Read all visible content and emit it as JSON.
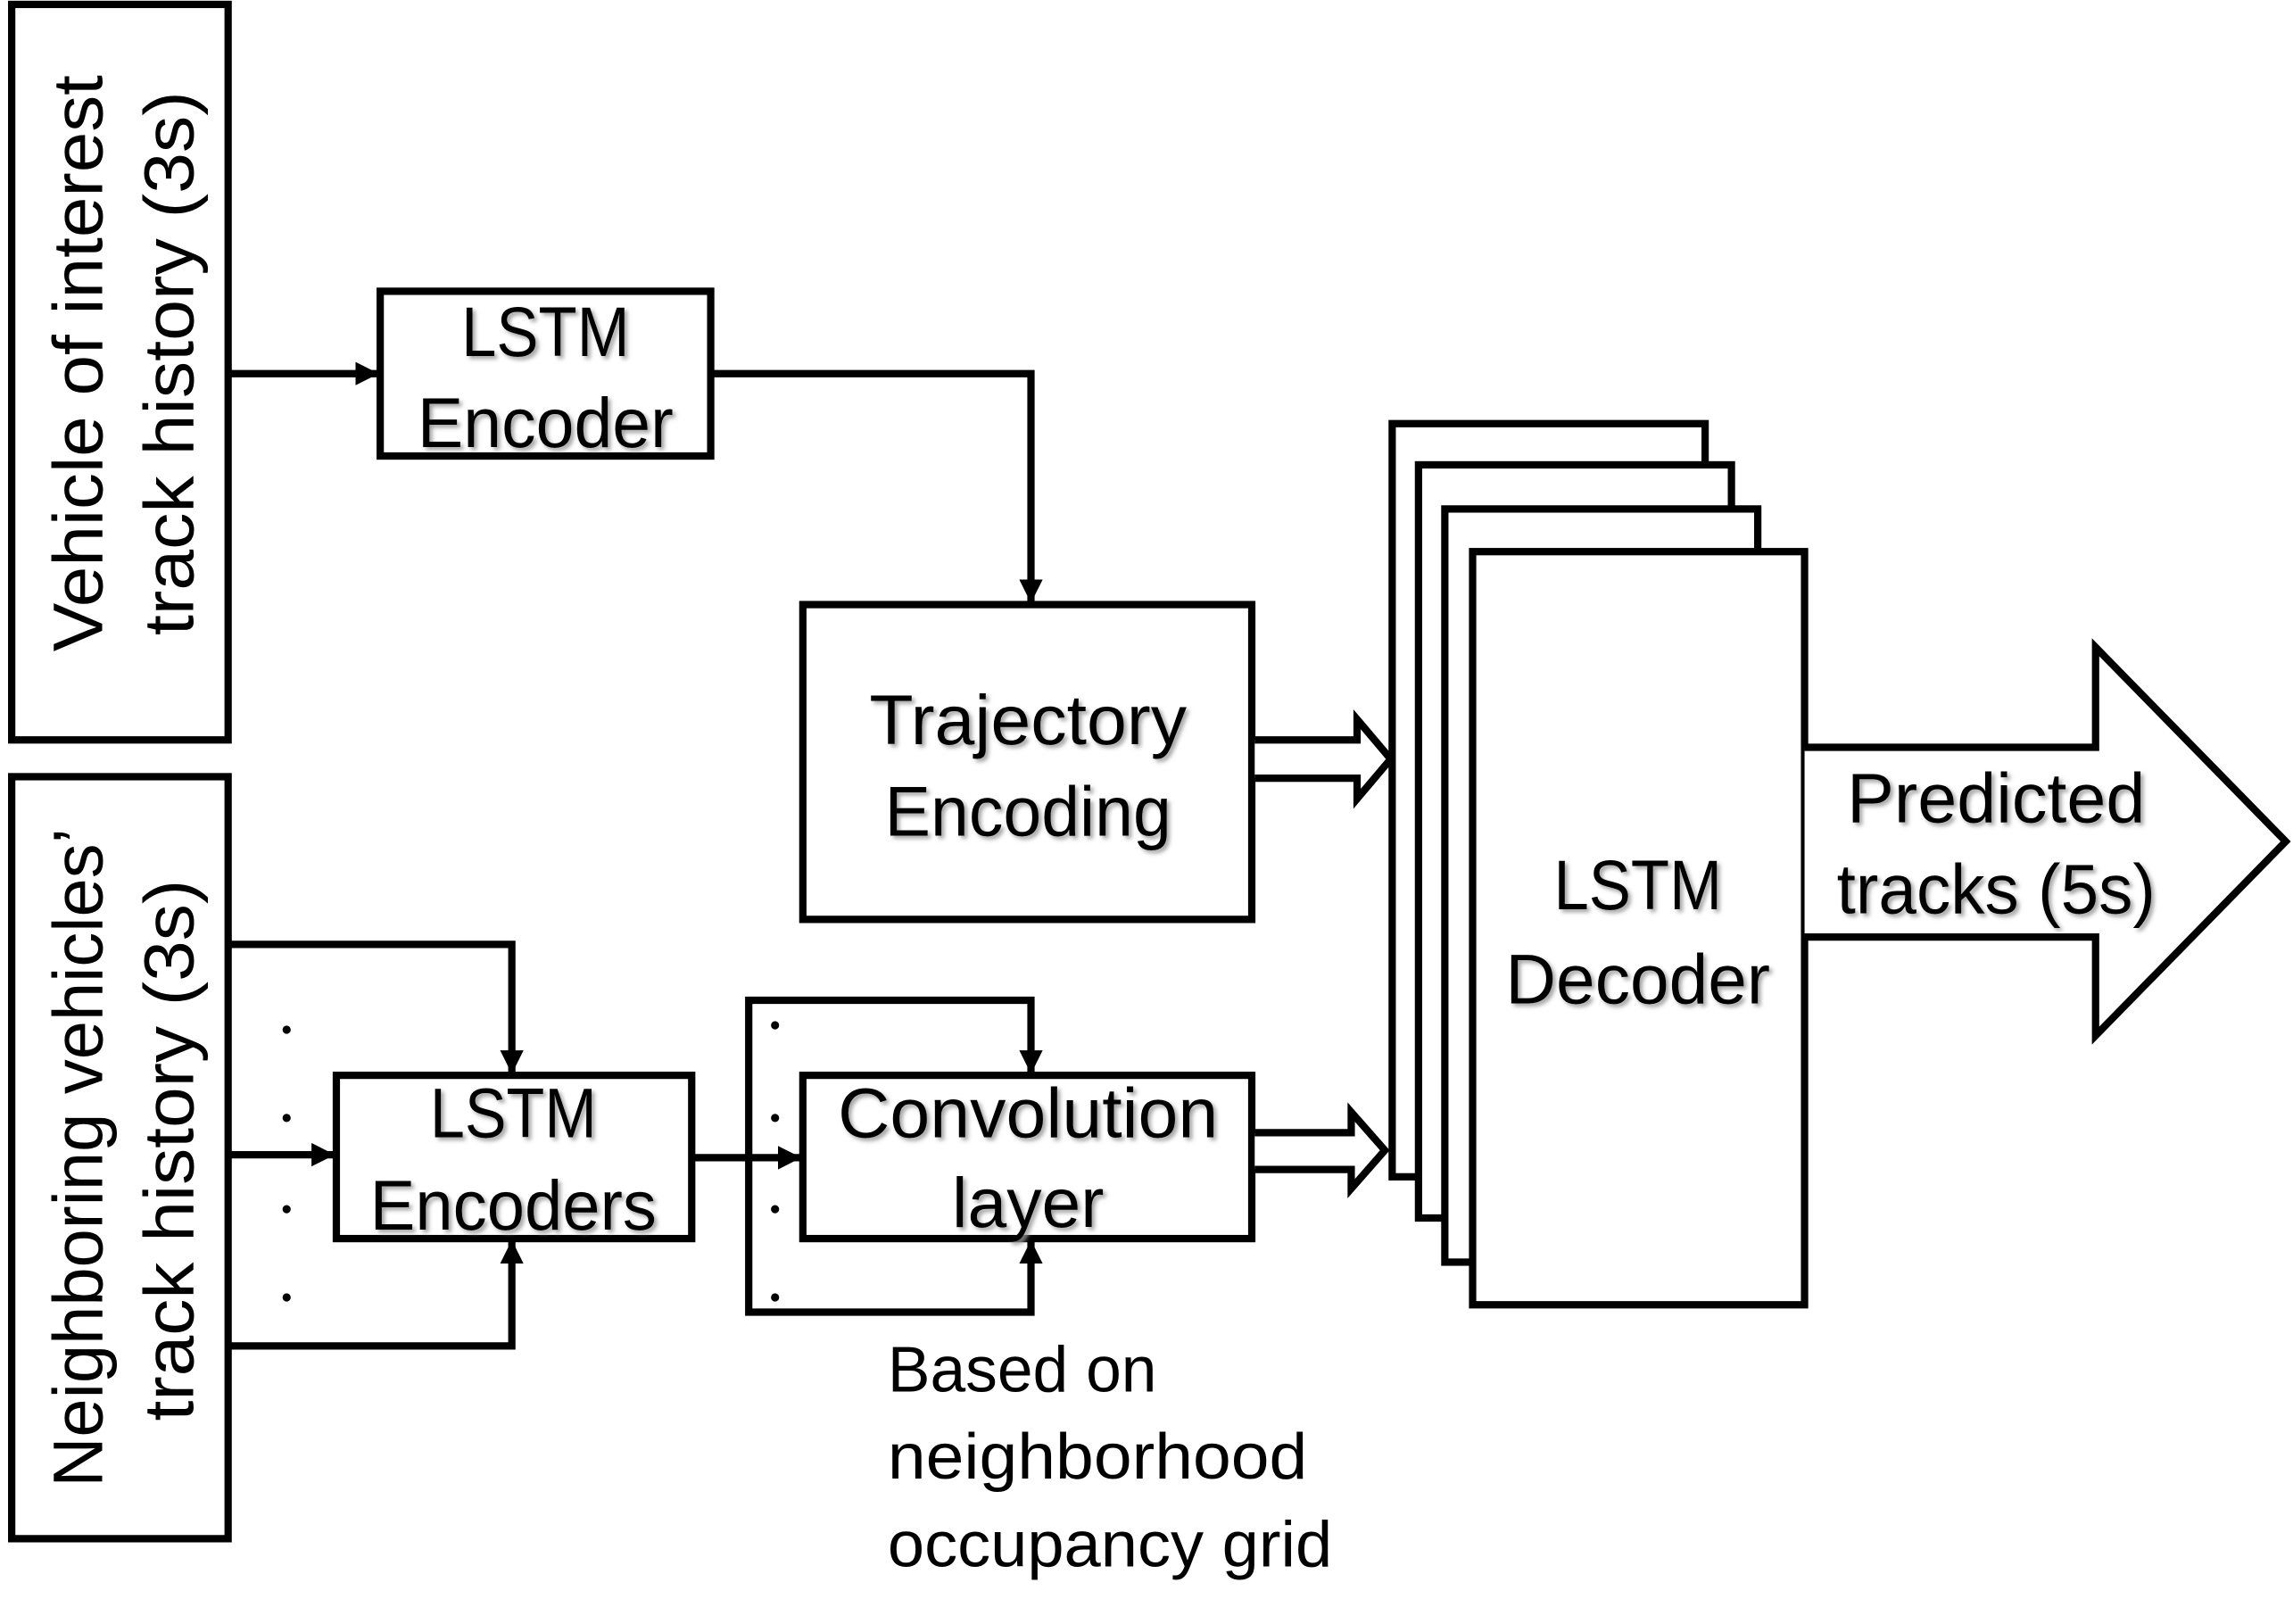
{
  "inputs": {
    "ego": {
      "line1": "Vehicle of interest",
      "line2": "track history (3s)"
    },
    "neighbors": {
      "line1": "Neighboring vehicles’",
      "line2": "track history (3s)"
    }
  },
  "blocks": {
    "lstm_encoder": [
      "LSTM",
      "Encoder"
    ],
    "trajectory_encoding": [
      "Trajectory",
      "Encoding"
    ],
    "lstm_encoders": [
      "LSTM",
      "Encoders"
    ],
    "convolution_layer": [
      "Convolution",
      "layer"
    ],
    "lstm_decoder": [
      "LSTM",
      "Decoder"
    ]
  },
  "output": {
    "line1": "Predicted",
    "line2": "tracks (5s)"
  },
  "caption": [
    "Based on",
    "neighborhood",
    "occupancy grid"
  ],
  "colors": {
    "stroke": "#000000",
    "fill": "#ffffff",
    "text": "#000000"
  }
}
